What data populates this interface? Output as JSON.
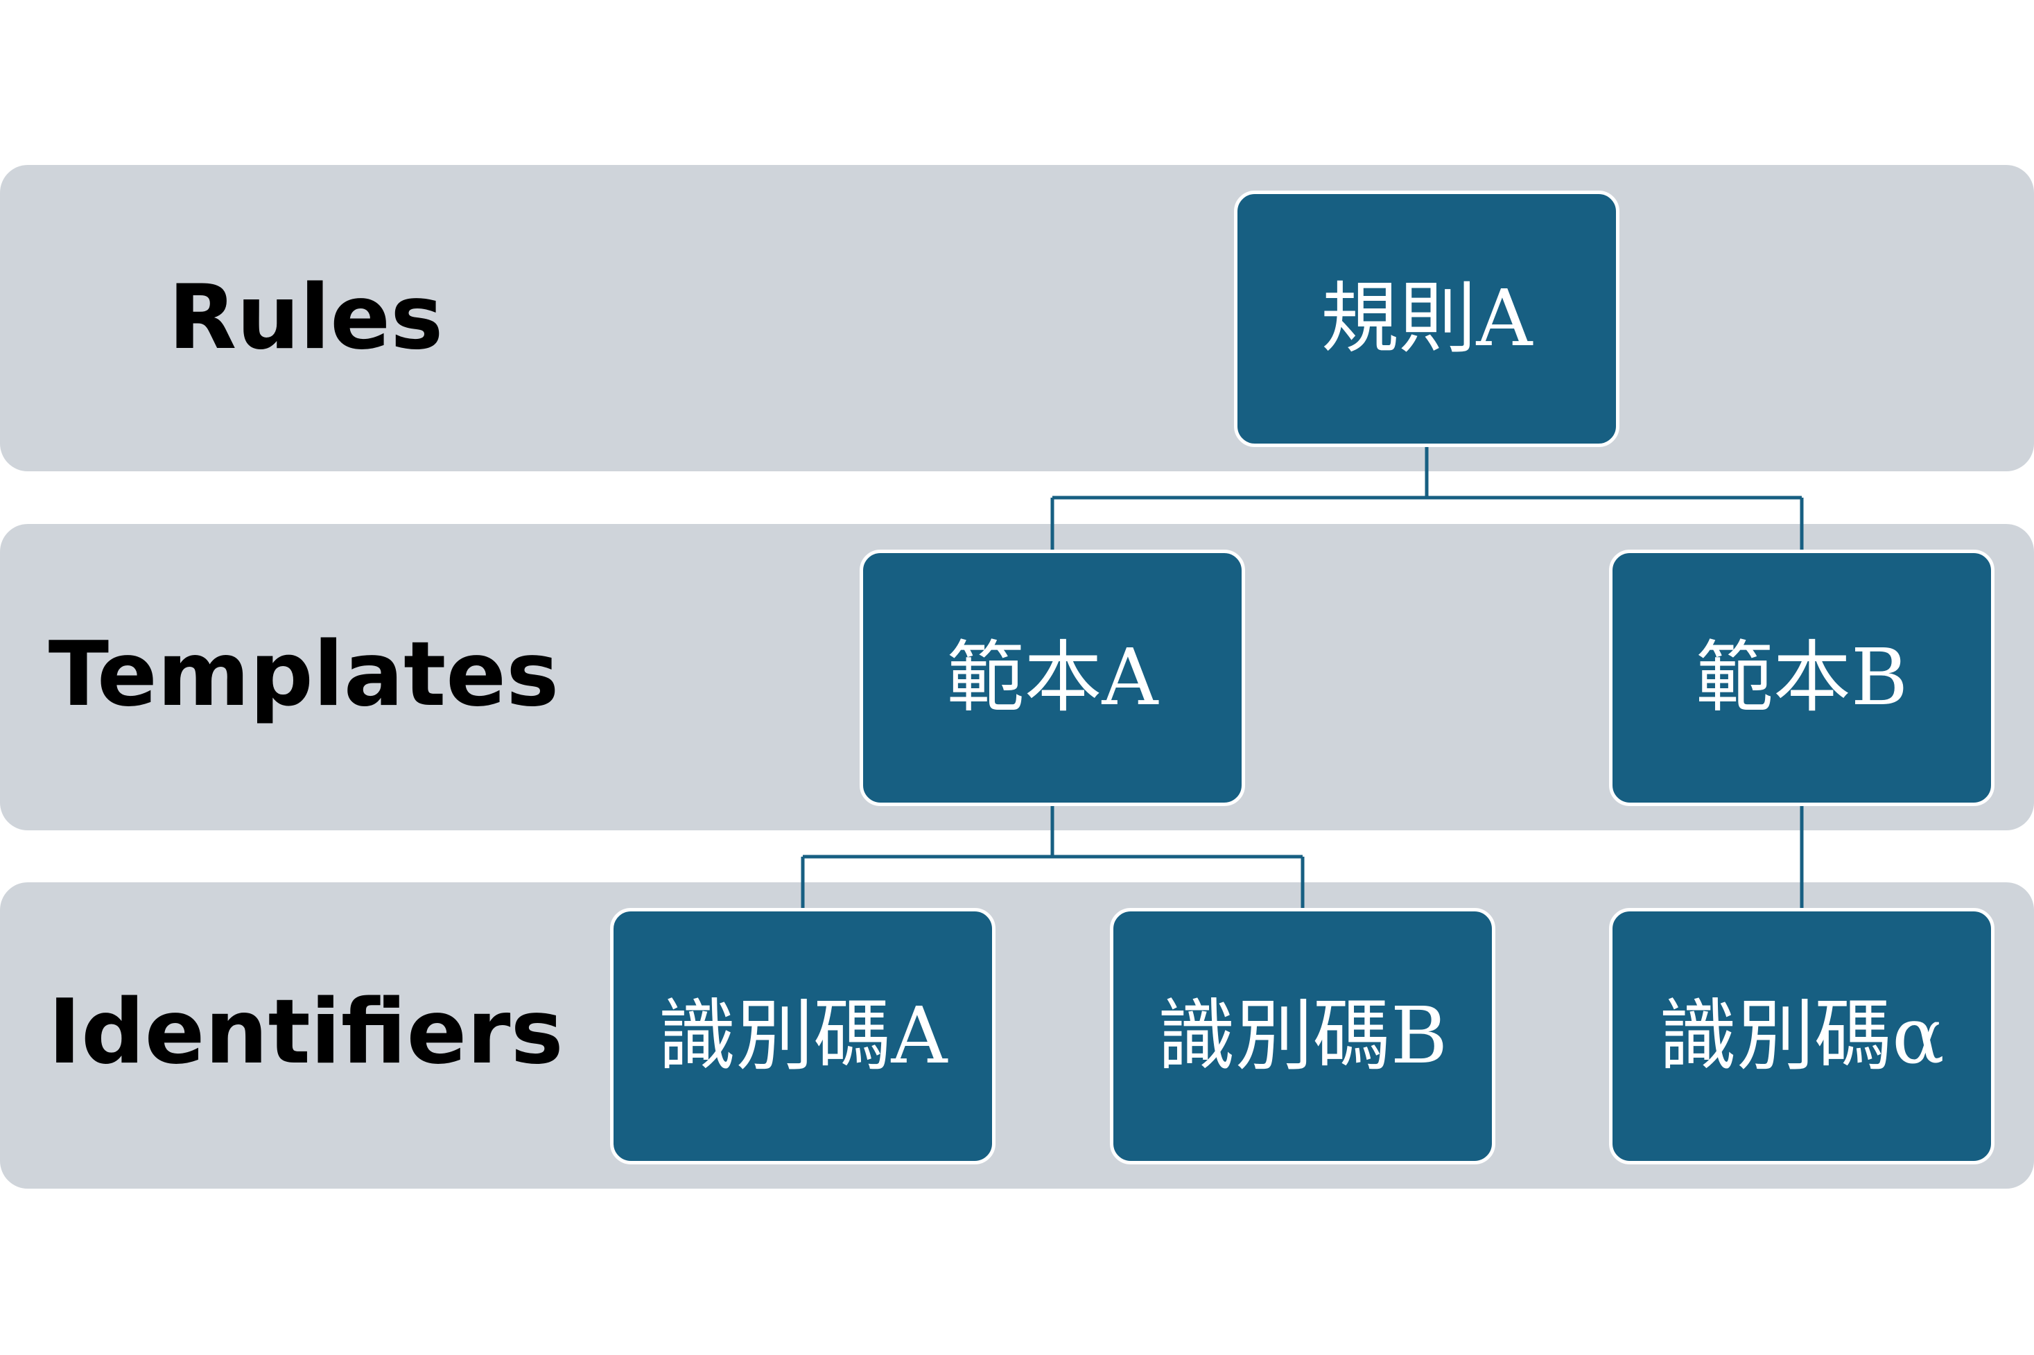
{
  "colors": {
    "band_fill": "#cfd4da",
    "node_fill": "#175f82",
    "node_border": "#ffffff",
    "node_text": "#ffffff",
    "connector": "#175f82",
    "label_text": "#000000"
  },
  "levels": {
    "rules": {
      "label": "Rules"
    },
    "templates": {
      "label": "Templates"
    },
    "identifiers": {
      "label": "Identifiers"
    }
  },
  "nodes": {
    "rule_a": {
      "label": "規則A"
    },
    "template_a": {
      "label": "範本A"
    },
    "template_b": {
      "label": "範本B"
    },
    "identifier_a": {
      "label": "識別碼A"
    },
    "identifier_b": {
      "label": "識別碼B"
    },
    "identifier_alpha": {
      "label": "識別碼α"
    }
  },
  "edges": [
    {
      "from": "rule_a",
      "to": "template_a"
    },
    {
      "from": "rule_a",
      "to": "template_b"
    },
    {
      "from": "template_a",
      "to": "identifier_a"
    },
    {
      "from": "template_a",
      "to": "identifier_b"
    },
    {
      "from": "template_b",
      "to": "identifier_alpha"
    }
  ]
}
